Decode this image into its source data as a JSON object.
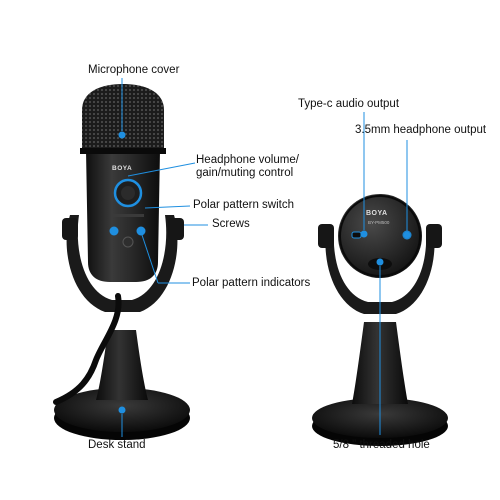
{
  "labels": {
    "microphone_cover": "Microphone cover",
    "headphone_volume_line1": "Headphone volume/",
    "headphone_volume_line2": "gain/muting control",
    "polar_pattern_switch": "Polar pattern switch",
    "screws": "Screws",
    "polar_pattern_indicators": "Polar pattern indicators",
    "desk_stand": "Desk stand",
    "type_c_output": "Type-c audio output",
    "headphone_output": "3.5mm headphone output",
    "threaded_hole": "5/8 \" threaded hole"
  },
  "product": {
    "brand_front": "BOYA",
    "brand_back": "BOYA",
    "model_back": "BY-PM500"
  },
  "colors": {
    "accent_blue": "#1f8fe0",
    "mic_body": "#2a2a2a",
    "mic_dark": "#151515"
  }
}
